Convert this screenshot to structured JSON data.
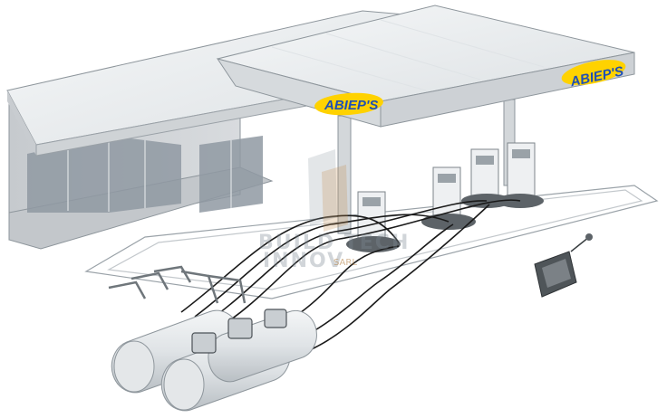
{
  "branding": {
    "canopy_sign_left": "ABIEP'S",
    "canopy_sign_right": "ABIEP'S"
  },
  "watermark": {
    "line1": "BUILD TECH",
    "line2": "INNOV",
    "suffix": "SARL"
  },
  "colors": {
    "structure": "#cfd3d6",
    "roof": "#e9ecee",
    "glass": "#8f99a2",
    "pipe": "#1a1a1a",
    "sign_fill": "#ffd200",
    "sign_text": "#1e4fb5"
  }
}
